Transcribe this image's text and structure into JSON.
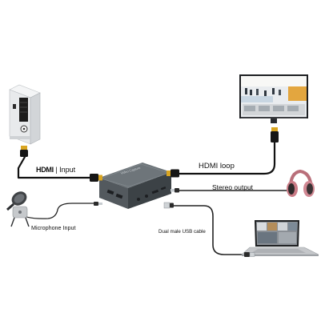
{
  "labels": {
    "hdmi_input_logo": "HDMI",
    "hdmi_input_text": "Input",
    "hdmi_loop": "HDMI loop",
    "stereo_output": "Stereo output",
    "microphone_input": "Microphone Input",
    "usb_cable": "Dual male USB cable"
  },
  "device": {
    "face_text": "Video Capture"
  },
  "colors": {
    "cable": "#111111",
    "device_body": "#53595e",
    "device_top": "#6e757a",
    "device_front": "#3c4246",
    "hdmi_plug_gold": "#d9a521",
    "headphone_pink": "#c97b86",
    "laptop_silver": "#c5c7ca",
    "pc_tower": "#eceef0"
  },
  "icons": [
    "pc-tower-icon",
    "monitor-icon",
    "headphones-icon",
    "microphone-icon",
    "laptop-icon",
    "capture-device-icon"
  ]
}
